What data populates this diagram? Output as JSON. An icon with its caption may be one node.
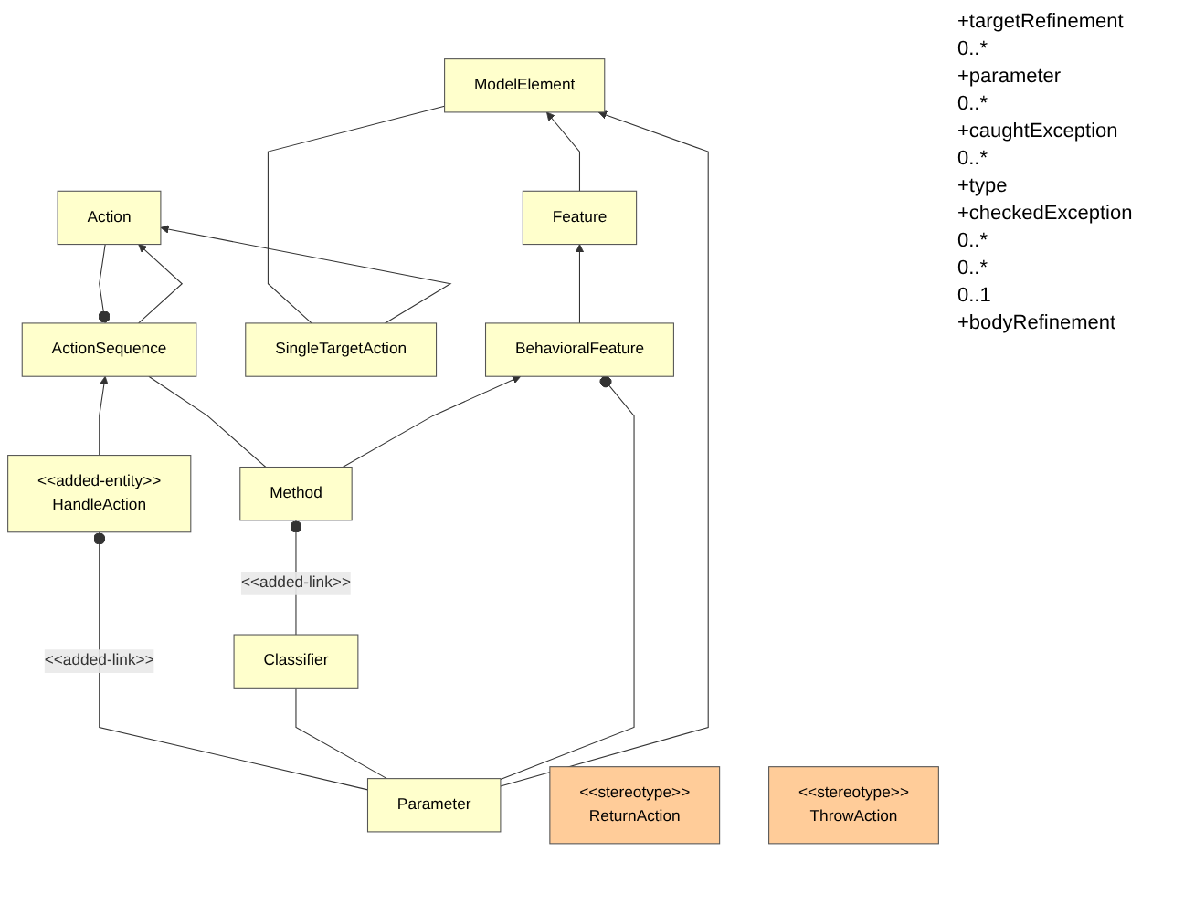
{
  "diagram": {
    "nodes": [
      {
        "text": [
          "ModelElement"
        ]
      },
      {
        "text": [
          "Feature"
        ]
      },
      {
        "text": [
          "Parameter"
        ]
      },
      {
        "text": [
          "BehavioralFeature"
        ]
      },
      {
        "text": [
          "Classifier"
        ]
      },
      {
        "text": [
          "Method"
        ]
      },
      {
        "text": [
          "Action"
        ]
      },
      {
        "text": [
          "SingleTargetAction"
        ]
      },
      {
        "text": [
          "ActionSequence"
        ]
      },
      {
        "text": [
          "<<stereotype>>",
          "ReturnAction"
        ]
      },
      {
        "text": [
          "<<stereotype>>",
          "ThrowAction"
        ]
      },
      {
        "text": [
          "<<added-entity>>",
          "HandleAction"
        ]
      }
    ],
    "edges": [
      {
        "from": 1,
        "to": 0,
        "arrow": "to"
      },
      {
        "from": 2,
        "to": 0,
        "arrow": "to"
      },
      {
        "from": 3,
        "to": 1,
        "arrow": "to"
      },
      {
        "from": 2,
        "to": 3,
        "arrow": "other"
      },
      {
        "from": 2,
        "to": 4,
        "arrow": "none"
      },
      {
        "from": 5,
        "to": 3,
        "arrow": "to"
      },
      {
        "from": 4,
        "to": 5,
        "label": "<<added-link>>",
        "arrow": "other"
      },
      {
        "from": 5,
        "to": 8,
        "arrow": "none"
      },
      {
        "from": 6,
        "to": 8,
        "arrow": "other"
      },
      {
        "from": 7,
        "to": 6,
        "arrow": "to"
      },
      {
        "from": 8,
        "to": 6,
        "arrow": "to"
      },
      {
        "from": 7,
        "to": 0,
        "arrow": "none"
      },
      {
        "from": 11,
        "to": 8,
        "arrow": "to"
      },
      {
        "from": 2,
        "to": 11,
        "label": "<<added-link>>",
        "arrow": "other"
      }
    ],
    "labels": [
      "+targetRefinement",
      "0..*",
      "+parameter",
      "0..*",
      "+caughtException",
      "0..*",
      "+type",
      "+checkedException",
      "0..*",
      "0..*",
      "0..1",
      "+bodyRefinement"
    ]
  }
}
